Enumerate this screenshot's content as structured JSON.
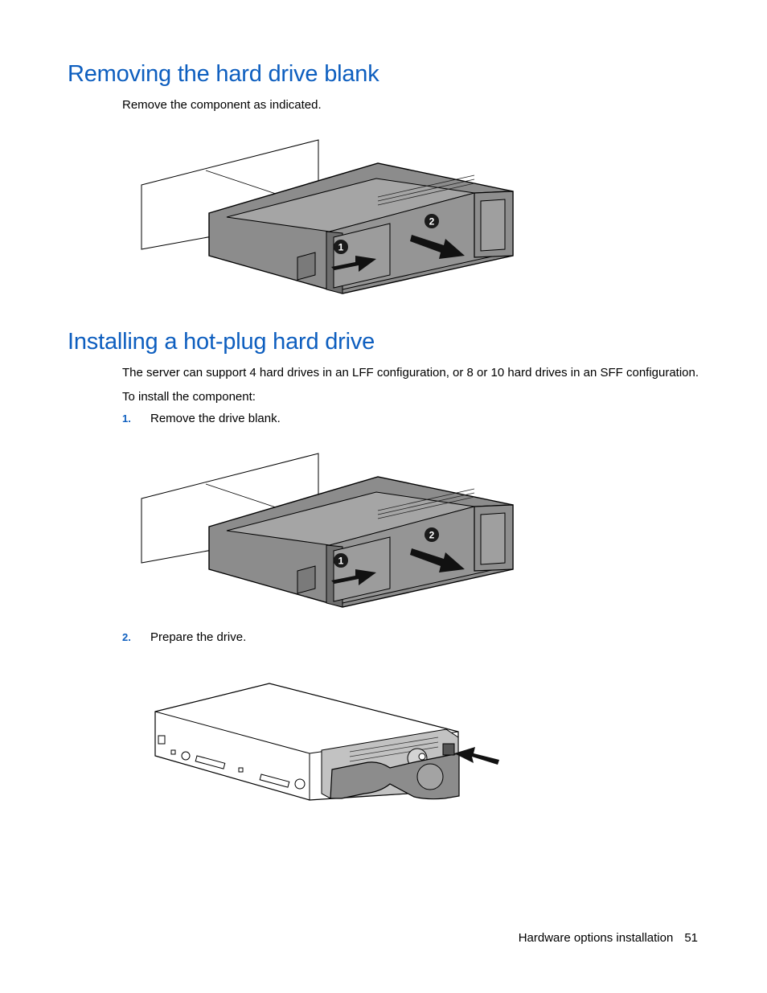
{
  "section1": {
    "title": "Removing the hard drive blank",
    "intro": "Remove the component as indicated."
  },
  "section2": {
    "title": "Installing a hot-plug hard drive",
    "intro": "The server can support 4 hard drives in an LFF configuration, or 8 or 10 hard drives in an SFF configuration.",
    "lead": "To install the component:",
    "steps": [
      {
        "num": "1.",
        "text": "Remove the drive blank."
      },
      {
        "num": "2.",
        "text": "Prepare the drive."
      }
    ]
  },
  "figure_callouts": {
    "one": "1",
    "two": "2"
  },
  "footer": {
    "section": "Hardware options installation",
    "page": "51"
  },
  "colors": {
    "heading": "#0d5ebf",
    "body": "#000000",
    "callout_bg": "#1a1a1a",
    "part_fill": "#8c8c8c"
  }
}
